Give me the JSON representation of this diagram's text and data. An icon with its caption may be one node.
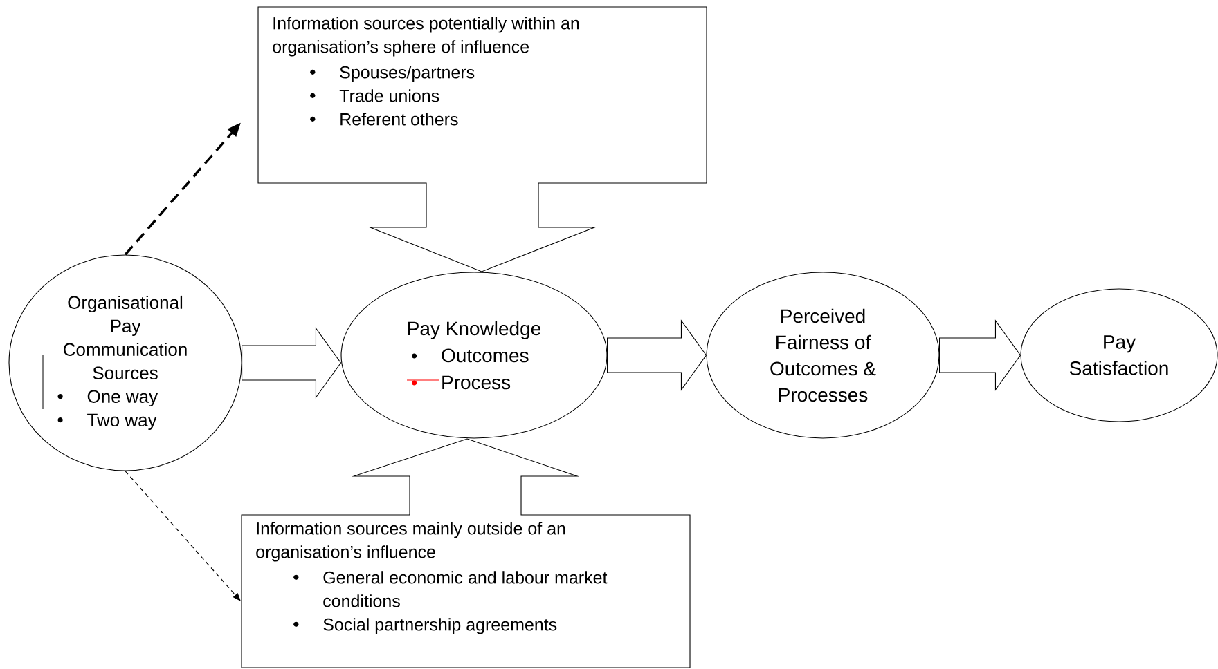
{
  "diagram": {
    "nodes": [
      {
        "text": [
          "Organisational Pay Communication Sources",
          "One way",
          "Two way"
        ]
      },
      {
        "text": [
          "Information sources potentially within an organisation’s sphere of influence",
          "Spouses/partners",
          "Trade unions",
          "Referent others"
        ]
      },
      {
        "text": [
          "Pay Knowledge",
          "Outcomes",
          "Process"
        ]
      },
      {
        "text": [
          "Perceived Fairness of Outcomes & Processes"
        ]
      },
      {
        "text": [
          "Pay Satisfaction"
        ]
      },
      {
        "text": [
          "Information sources mainly outside of an organisation’s influence",
          "General economic and labour market conditions",
          "Social partnership agreements"
        ]
      }
    ],
    "edges": [
      {
        "from": 0,
        "to": 1,
        "arrow": "to",
        "style": "dashed"
      },
      {
        "from": 0,
        "to": 5,
        "arrow": "to",
        "style": "dashed"
      },
      {
        "from": 0,
        "to": 2,
        "arrow": "to"
      },
      {
        "from": 2,
        "to": 3,
        "arrow": "to"
      },
      {
        "from": 3,
        "to": 4,
        "arrow": "to"
      }
    ]
  }
}
